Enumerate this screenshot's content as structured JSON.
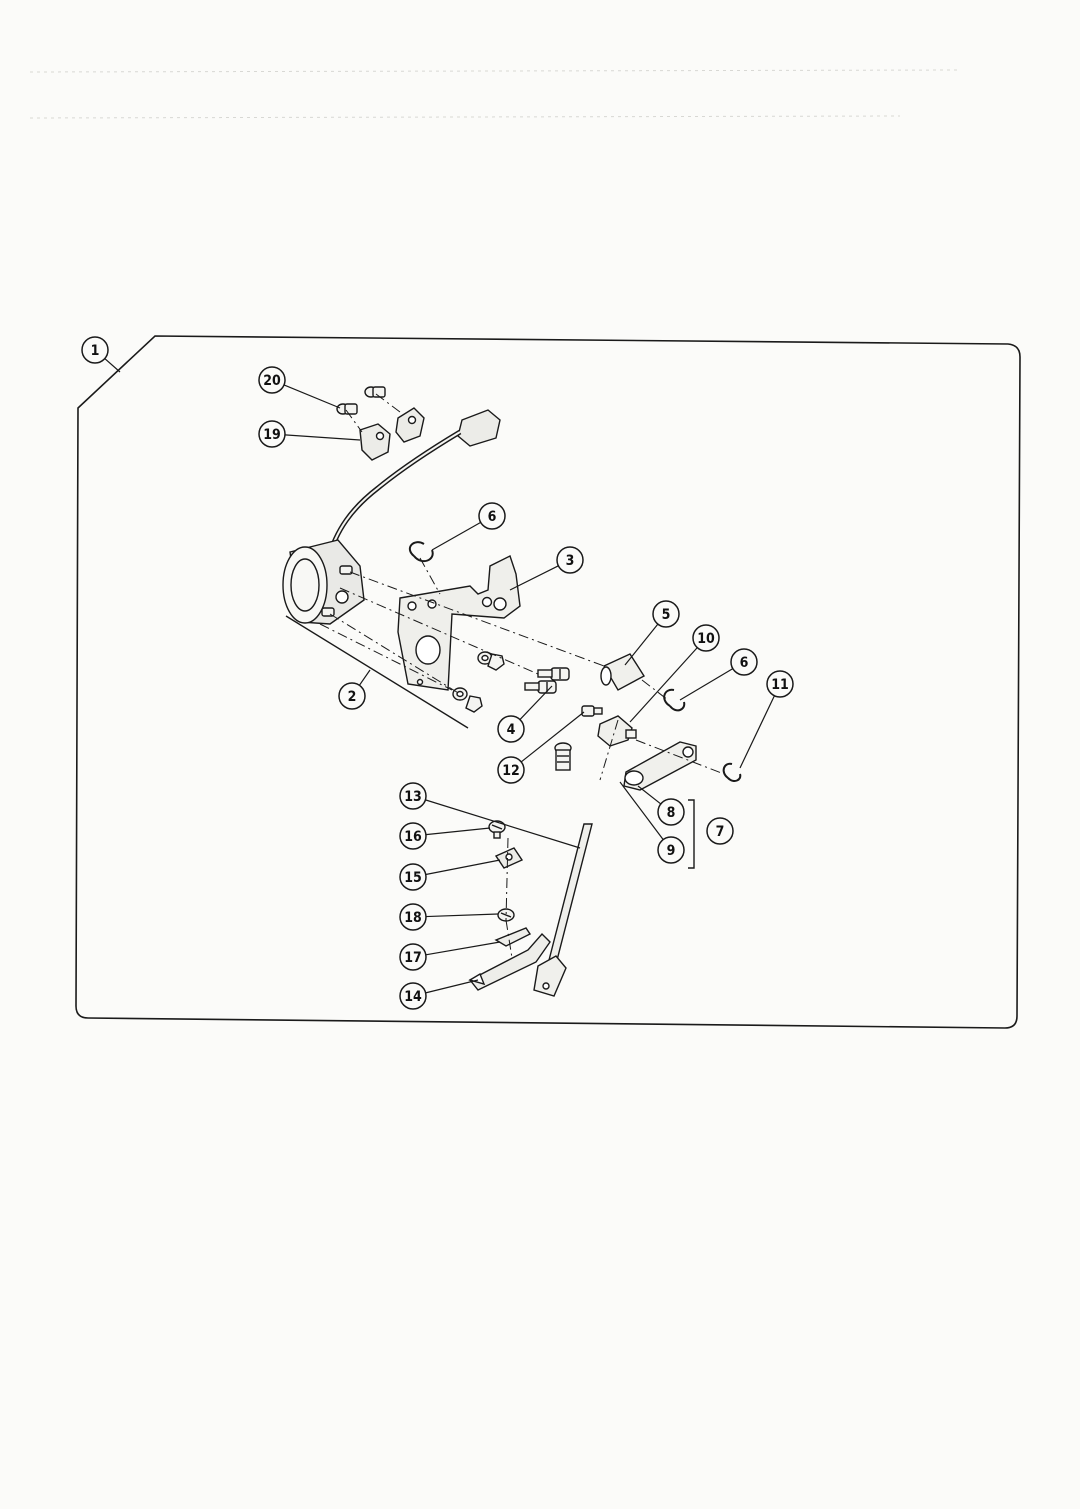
{
  "diagram": {
    "callouts": [
      {
        "id": "c1",
        "label": "1"
      },
      {
        "id": "c20",
        "label": "20"
      },
      {
        "id": "c19",
        "label": "19"
      },
      {
        "id": "c6a",
        "label": "6"
      },
      {
        "id": "c3",
        "label": "3"
      },
      {
        "id": "c5",
        "label": "5"
      },
      {
        "id": "c10",
        "label": "10"
      },
      {
        "id": "c6b",
        "label": "6"
      },
      {
        "id": "c11",
        "label": "11"
      },
      {
        "id": "c2",
        "label": "2"
      },
      {
        "id": "c4",
        "label": "4"
      },
      {
        "id": "c12",
        "label": "12"
      },
      {
        "id": "c8",
        "label": "8"
      },
      {
        "id": "c7",
        "label": "7"
      },
      {
        "id": "c9",
        "label": "9"
      },
      {
        "id": "c13",
        "label": "13"
      },
      {
        "id": "c16",
        "label": "16"
      },
      {
        "id": "c15",
        "label": "15"
      },
      {
        "id": "c18",
        "label": "18"
      },
      {
        "id": "c17",
        "label": "17"
      },
      {
        "id": "c14",
        "label": "14"
      }
    ]
  },
  "colors": {
    "ink": "#1a1a1a",
    "paper": "#fbfbf9",
    "part_fill": "#e9e9e6"
  }
}
